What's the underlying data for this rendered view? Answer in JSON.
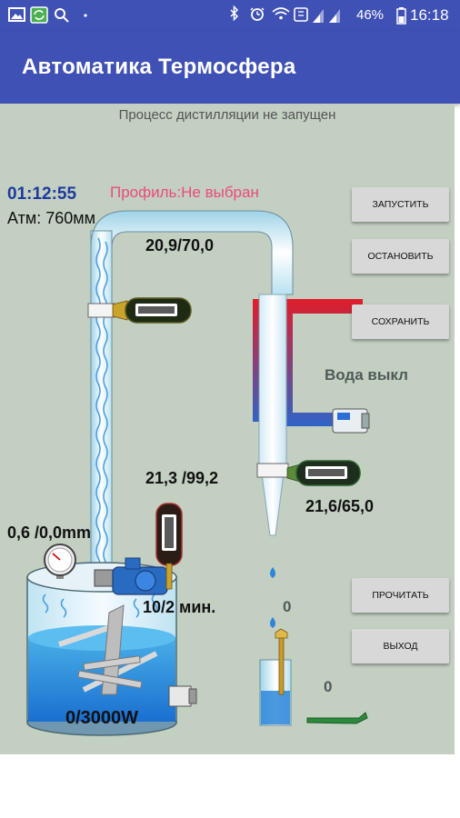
{
  "status_bar": {
    "battery": "46%",
    "time": "16:18"
  },
  "app": {
    "title": "Автоматика Термосфера"
  },
  "main": {
    "status_message": "Процесс дистилляции не запущен",
    "timer": "01:12:55",
    "profile": "Профиль:Не выбран",
    "pressure": "Атм: 760мм",
    "column_temps": "20,9/70,0",
    "sensor_mid": "21,3  /99,2",
    "condenser_temps": "21,6/65,0",
    "water_state": "Вода выкл",
    "tank_pressure": "0,6    /0,0mm",
    "pump_time": "10/2 мин.",
    "heater_power": "0/3000W",
    "drop_count": "0",
    "flow_count": "0"
  },
  "buttons": {
    "start": "ЗАПУСТИТЬ",
    "stop": "ОСТАНОВИТЬ",
    "save": "СОХРАНИТЬ",
    "read": "ПРОЧИТАТЬ",
    "exit": "ВЫХОД"
  },
  "colors": {
    "primary": "#3f51b5",
    "background": "#c2cfc1",
    "hot_pipe": "#e01d2a",
    "cold_pipe": "#3a6bd0",
    "timer": "#1f3a9e",
    "profile": "#ec4b7a"
  }
}
